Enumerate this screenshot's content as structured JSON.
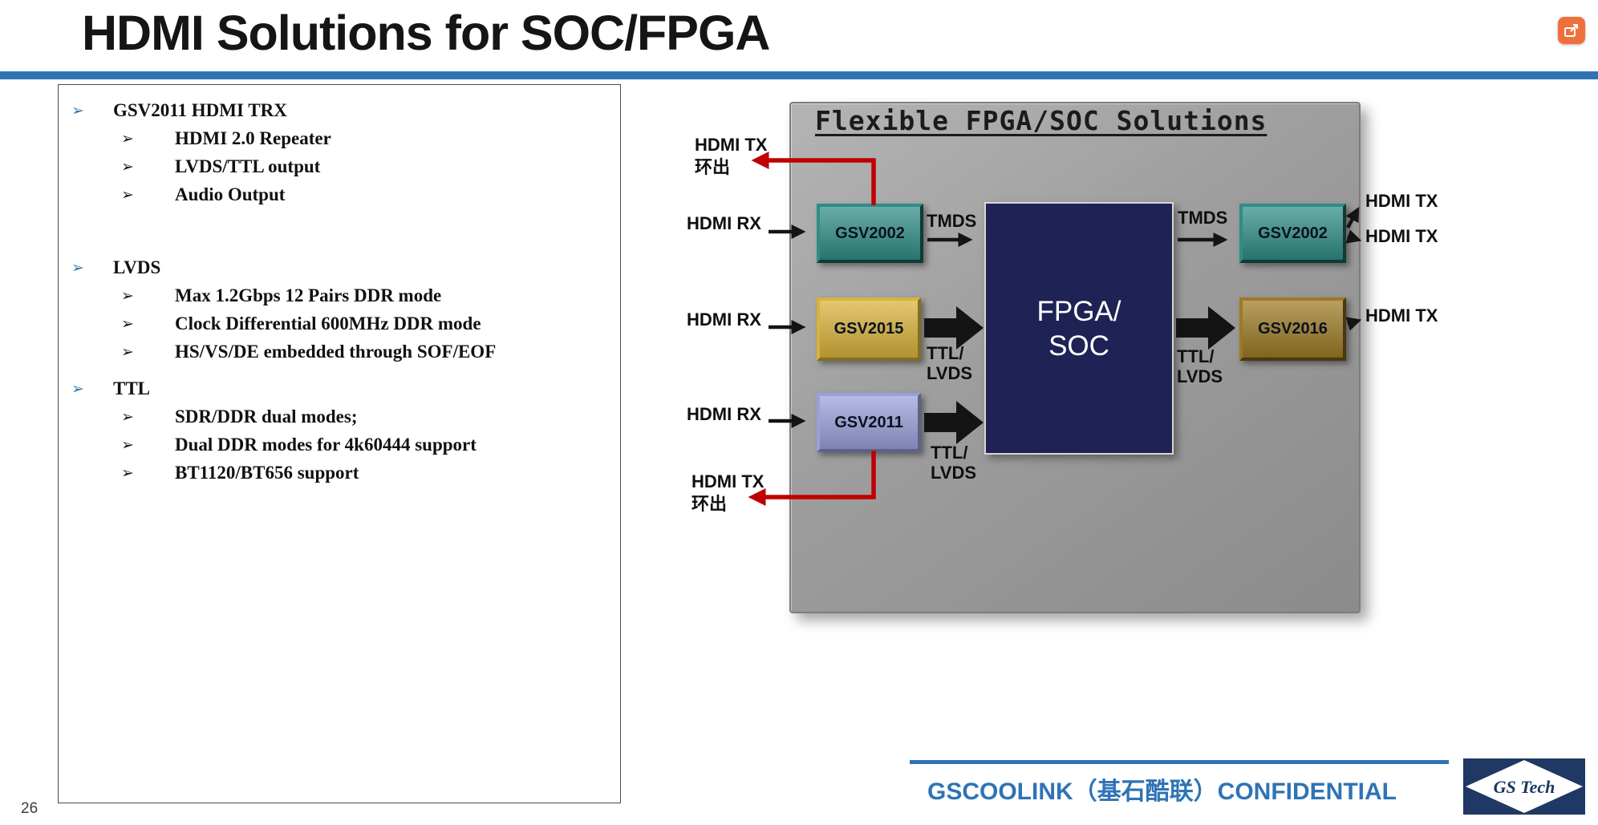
{
  "slide": {
    "title": "HDMI Solutions for SOC/FPGA",
    "page_number": "26"
  },
  "colors": {
    "accent_blue": "#2e74b5",
    "red_arrow": "#c00000",
    "arrow_black": "#141414",
    "logo_navy": "#1f3864"
  },
  "bullets": {
    "marker": "➢",
    "items": [
      {
        "level": 1,
        "text": "GSV2011 HDMI TRX"
      },
      {
        "level": 2,
        "text": "HDMI 2.0 Repeater"
      },
      {
        "level": 2,
        "text": "LVDS/TTL output"
      },
      {
        "level": 2,
        "text": "Audio Output"
      },
      {
        "level": 1,
        "text": "LVDS"
      },
      {
        "level": 2,
        "text": "Max 1.2Gbps 12 Pairs DDR mode"
      },
      {
        "level": 2,
        "text": "Clock Differential 600MHz DDR mode"
      },
      {
        "level": 2,
        "text": "HS/VS/DE embedded through SOF/EOF"
      },
      {
        "level": 1,
        "text": "TTL"
      },
      {
        "level": 2,
        "text": "SDR/DDR dual modes;"
      },
      {
        "level": 2,
        "text": "Dual DDR modes for 4k60444 support"
      },
      {
        "level": 2,
        "text": "BT1120/BT656 support"
      }
    ]
  },
  "diagram": {
    "title": "Flexible FPGA/SOC Solutions",
    "blocks": {
      "gsv2002_left": {
        "label": "GSV2002",
        "color": "#2f8d86"
      },
      "gsv2015": {
        "label": "GSV2015",
        "color": "#d9b23a"
      },
      "gsv2011": {
        "label": "GSV2011",
        "color": "#9aa0da"
      },
      "fpga": {
        "line1": "FPGA/",
        "line2": "SOC",
        "color": "#1e2254"
      },
      "gsv2002_right": {
        "label": "GSV2002",
        "color": "#2f8d86"
      },
      "gsv2016": {
        "label": "GSV2016",
        "color": "#9c7a24"
      }
    },
    "labels": {
      "hdmi_tx_loop_top": "HDMI TX",
      "loop_out_top": "环出",
      "hdmi_rx_1": "HDMI RX",
      "hdmi_rx_2": "HDMI RX",
      "hdmi_rx_3": "HDMI RX",
      "hdmi_tx_loop_bottom": "HDMI TX",
      "loop_out_bottom": "环出",
      "tmds_left": "TMDS",
      "tmds_right": "TMDS",
      "ttl_lvds_left_upper": "TTL/\nLVDS",
      "ttl_lvds_left_lower": "TTL/\nLVDS",
      "ttl_lvds_right": "TTL/\nLVDS",
      "hdmi_tx_out_1": "HDMI TX",
      "hdmi_tx_out_2": "HDMI TX",
      "hdmi_tx_out_3": "HDMI TX"
    }
  },
  "footer": {
    "confidential": "GSCOOLINK（基石酷联）CONFIDENTIAL",
    "logo_text": "GS Tech"
  }
}
